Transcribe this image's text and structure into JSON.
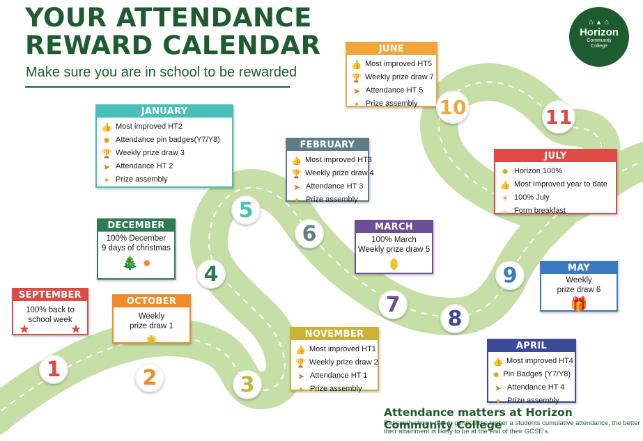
{
  "header": {
    "title_line1": "YOUR ATTENDANCE",
    "title_line2": "REWARD CALENDAR",
    "subtitle": "Make sure you are in school to be rewarded"
  },
  "logo": {
    "name": "Horizon",
    "sub1": "Community",
    "sub2": "College"
  },
  "colors": {
    "brand_green": "#1e5b2e",
    "road": "#c6dfa7",
    "september": "#e04a45",
    "october": "#ef8c2a",
    "november": "#c9b235",
    "december": "#2f7b56",
    "january": "#48bfb7",
    "february": "#5e7d86",
    "march": "#6b4d98",
    "april": "#3c4a99",
    "may": "#3d78c2",
    "june": "#f1a63a",
    "july": "#e04a45"
  },
  "numbers": [
    "1",
    "2",
    "3",
    "4",
    "5",
    "6",
    "7",
    "8",
    "9",
    "10",
    "11"
  ],
  "months": {
    "september": {
      "title": "SEPTEMBER",
      "text1": "100% back to",
      "text2": "school week",
      "icon": "star-icon"
    },
    "october": {
      "title": "OCTOBER",
      "text1": "Weekly",
      "text2": "prize draw 1",
      "icon": "prize-wheel-icon"
    },
    "november": {
      "title": "NOVEMBER",
      "items": [
        "Most improved HT1",
        "Weekly prize draw 2",
        "Attendance HT 1",
        "Prize assembly"
      ]
    },
    "december": {
      "title": "DECEMBER",
      "text1": "100% December",
      "text2": "9 days of christmas",
      "icon": "christmas-tree-icon"
    },
    "january": {
      "title": "JANUARY",
      "items": [
        "Most improved HT2",
        "Attendance pin badges(Y7/Y8)",
        "Weekly prize draw 3",
        "Attendance HT 2",
        "Prize assembly"
      ]
    },
    "february": {
      "title": "FEBRUARY",
      "items": [
        "Most improved HT3",
        "Weekly prize draw 4",
        "Attendance HT 3",
        "Prize assembly"
      ]
    },
    "march": {
      "title": "MARCH",
      "text1": "100% March",
      "text2": "Weekly prize draw 5",
      "icon": "easter-egg-icon"
    },
    "april": {
      "title": "APRIL",
      "items": [
        "Most improved HT4",
        "Pin Badges (Y7/Y8)",
        "Attendance HT 4",
        "Prize assembly"
      ]
    },
    "may": {
      "title": "MAY",
      "text1": "Weekly",
      "text2": "prize draw 6",
      "icon": "gift-icon"
    },
    "june": {
      "title": "JUNE",
      "items": [
        "Most improved HT5",
        "Weekly prize draw 7",
        "Attendance HT 5",
        "Prize assembly"
      ]
    },
    "july": {
      "title": "JULY",
      "items": [
        "Horizon 100%",
        "Most Improved year to date",
        "100% July",
        "Form breakfast"
      ]
    }
  },
  "footer": {
    "title": "Attendance matters at Horizon Community College",
    "text": "Research shows that in general the higher a students cumulative attendance, the better their attainment is likely to be at the end of their GCSE's."
  }
}
